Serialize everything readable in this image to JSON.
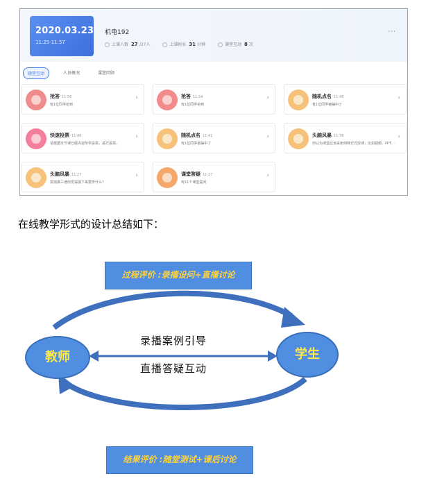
{
  "header": {
    "date": "2020.03.23",
    "time_range": "11:25-11:57",
    "class_name": "机电192",
    "stats": [
      {
        "label": "上课人数",
        "value": "27",
        "suffix": "/27人",
        "icon": "people-icon"
      },
      {
        "label": "上课时长",
        "value": "31",
        "suffix": "分钟",
        "icon": "clock-icon"
      },
      {
        "label": "课堂互动",
        "value": "8",
        "suffix": "次",
        "icon": "interaction-icon"
      }
    ],
    "more": "···"
  },
  "tabs": [
    {
      "label": "随堂互动",
      "active": true
    },
    {
      "label": "人员概况",
      "active": false
    },
    {
      "label": "课堂回顾",
      "active": false
    }
  ],
  "cards": [
    {
      "title": "抢答",
      "time": "11:56",
      "sub": "有1位同学抢到",
      "color": "#f28b8b",
      "icon": "stopwatch-icon"
    },
    {
      "title": "抢答",
      "time": "11:54",
      "sub": "有1位同学抢到",
      "color": "#f28b8b",
      "icon": "stopwatch-icon"
    },
    {
      "title": "随机点名",
      "time": "11:48",
      "sub": "有1位同学被抽中了",
      "color": "#f6c27a",
      "icon": "dice-icon"
    },
    {
      "title": "快速投票",
      "time": "11:46",
      "sub": "请根据本节课已经内容所学投票，进行投票。",
      "color": "#f47f9c",
      "icon": "vote-icon"
    },
    {
      "title": "随机点名",
      "time": "11:41",
      "sub": "有1位同学被抽中了",
      "color": "#f6c27a",
      "icon": "dice-icon"
    },
    {
      "title": "头脑风暴",
      "time": "11:38",
      "sub": "你认为课堂应该采用何种方式授课，比如视频、PPT、板书...",
      "color": "#f6c27a",
      "icon": "bulb-icon"
    },
    {
      "title": "头脑风暴",
      "time": "11:27",
      "sub": "常用换三通你觉得接下来要学什么？",
      "color": "#f6c27a",
      "icon": "bulb-icon"
    },
    {
      "title": "课堂答疑",
      "time": "11:27",
      "sub": "有11个课堂提问",
      "color": "#f6a86b",
      "icon": "question-icon"
    }
  ],
  "summary_text": "在线教学形式的设计总结如下：",
  "diagram": {
    "top_eval": "过程评价 :录播设问+直播讨论",
    "bottom_eval": "结果评价 :随堂测试+课后讨论",
    "teacher": "教师",
    "student": "学生",
    "line1": "录播案例引导",
    "line2": "直播答疑互动",
    "colors": {
      "fill": "#4f8ee0",
      "text_yellow": "#ffd23c",
      "arrow": "#2f5fa8"
    }
  }
}
